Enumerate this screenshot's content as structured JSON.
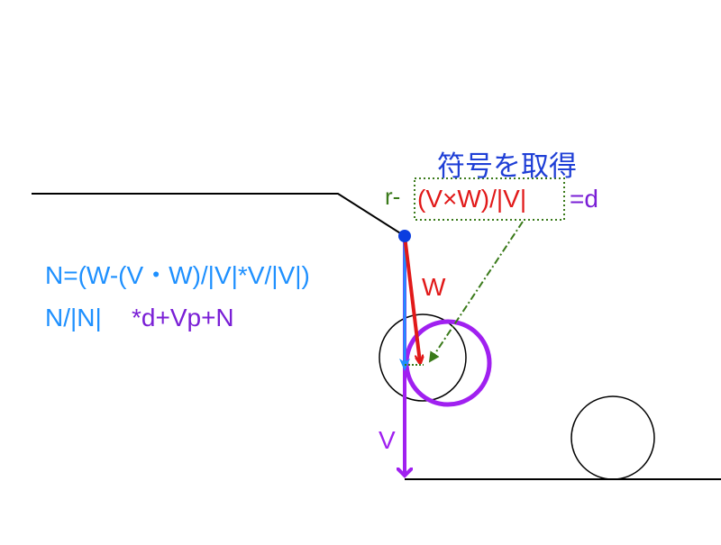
{
  "labels": {
    "title_jp": "符号を取得",
    "r_prefix": "r-",
    "cross_expr": "(V×W)/|V|",
    "eq_d": "=d",
    "formula_line1": "N=(W-(V・W)/|V|*V/|V|)",
    "formula_line2_a": "N/|N|",
    "formula_line2_b": "*d+Vp+N",
    "w_label": "W",
    "v_label": "V"
  },
  "colors": {
    "blue_title": "#1f3fd6",
    "green": "#3a7a1a",
    "red": "#e11919",
    "purple": "#a020f0",
    "violet_text": "#7a1fd6",
    "cyan": "#1e90ff",
    "ground": "#000000",
    "point": "#0b3de0"
  }
}
